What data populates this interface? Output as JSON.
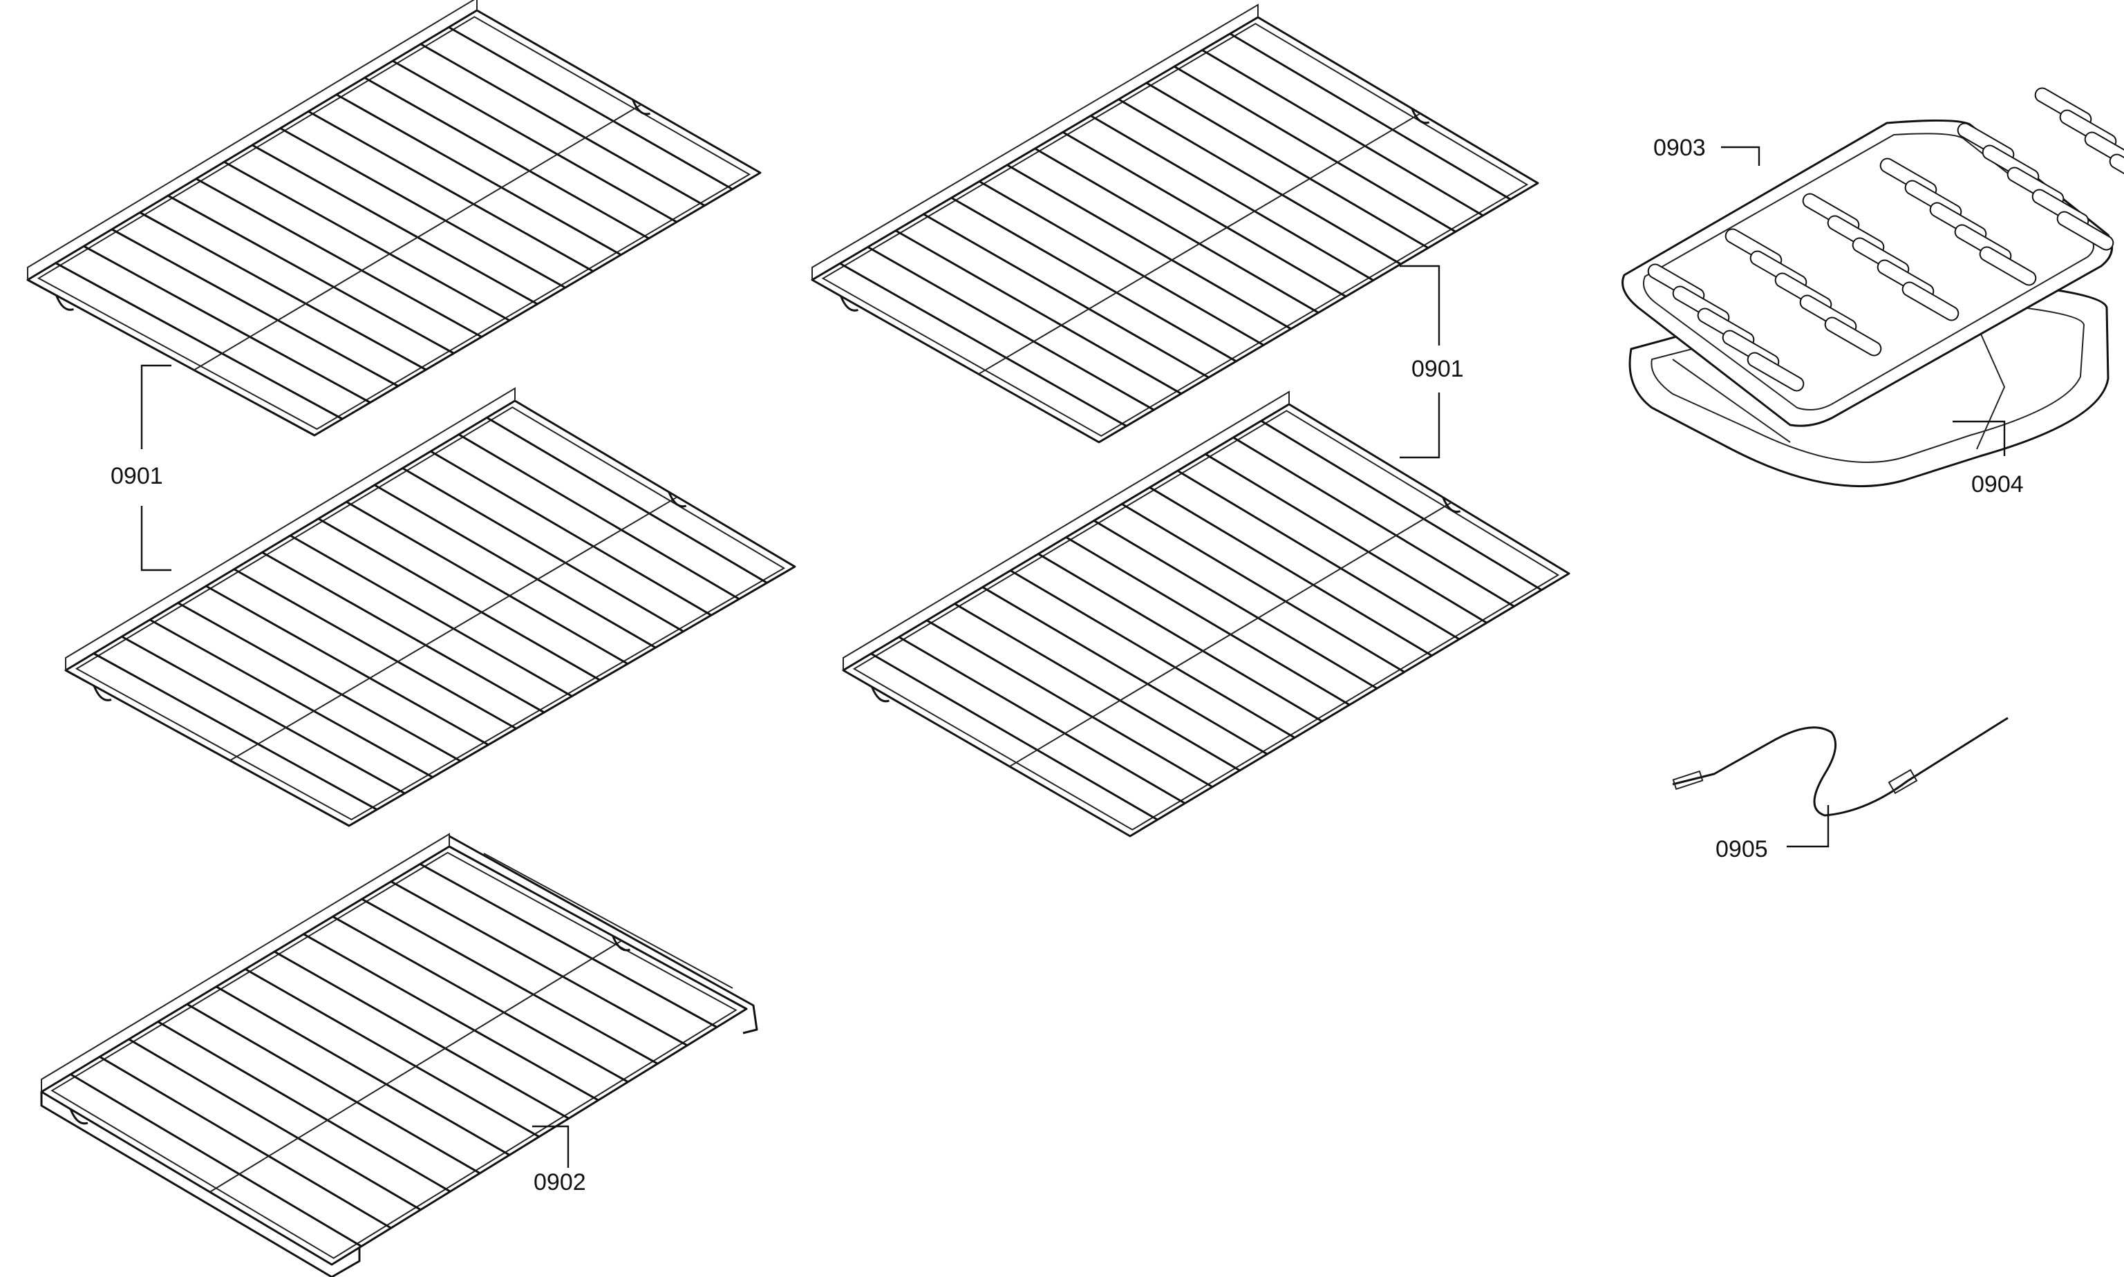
{
  "diagram": {
    "parts": [
      {
        "id": "rack-1",
        "label": "0901"
      },
      {
        "id": "rack-2",
        "label": "0901"
      },
      {
        "id": "rack-3",
        "label": "0901"
      },
      {
        "id": "rack-4",
        "label": "0901"
      },
      {
        "id": "telescopic-rack",
        "label": "0902"
      },
      {
        "id": "broil-insert",
        "label": "0903"
      },
      {
        "id": "broil-pan",
        "label": "0904"
      },
      {
        "id": "meat-probe",
        "label": "0905"
      }
    ],
    "callouts": {
      "left_racks": "0901",
      "right_racks": "0901",
      "telescopic_rack": "0902",
      "broil_insert": "0903",
      "broil_pan": "0904",
      "meat_probe": "0905"
    }
  }
}
